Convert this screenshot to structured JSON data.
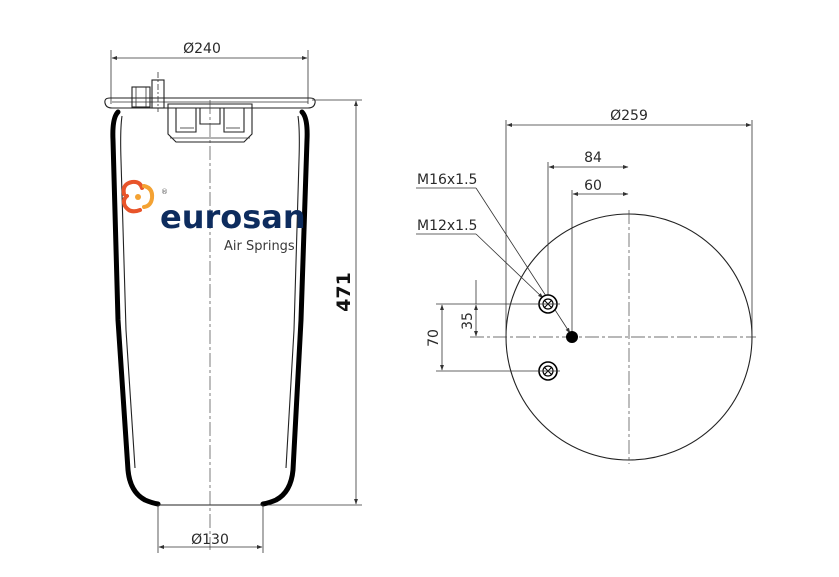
{
  "brand": {
    "name": "eurosan",
    "tagline": "Air Springs",
    "registered_mark": "®",
    "colors": {
      "text": "#0d2c5e",
      "swirl_primary": "#e8542a",
      "swirl_secondary": "#f4a233"
    }
  },
  "side_view": {
    "top_diameter": "Ø240",
    "bottom_diameter": "Ø130",
    "height": "471"
  },
  "top_view": {
    "plate_diameter": "Ø259",
    "offset_large": "84",
    "offset_small": "60",
    "thread_large": "M16x1.5",
    "thread_small": "M12x1.5",
    "spacing_half": "35",
    "spacing_full": "70"
  }
}
